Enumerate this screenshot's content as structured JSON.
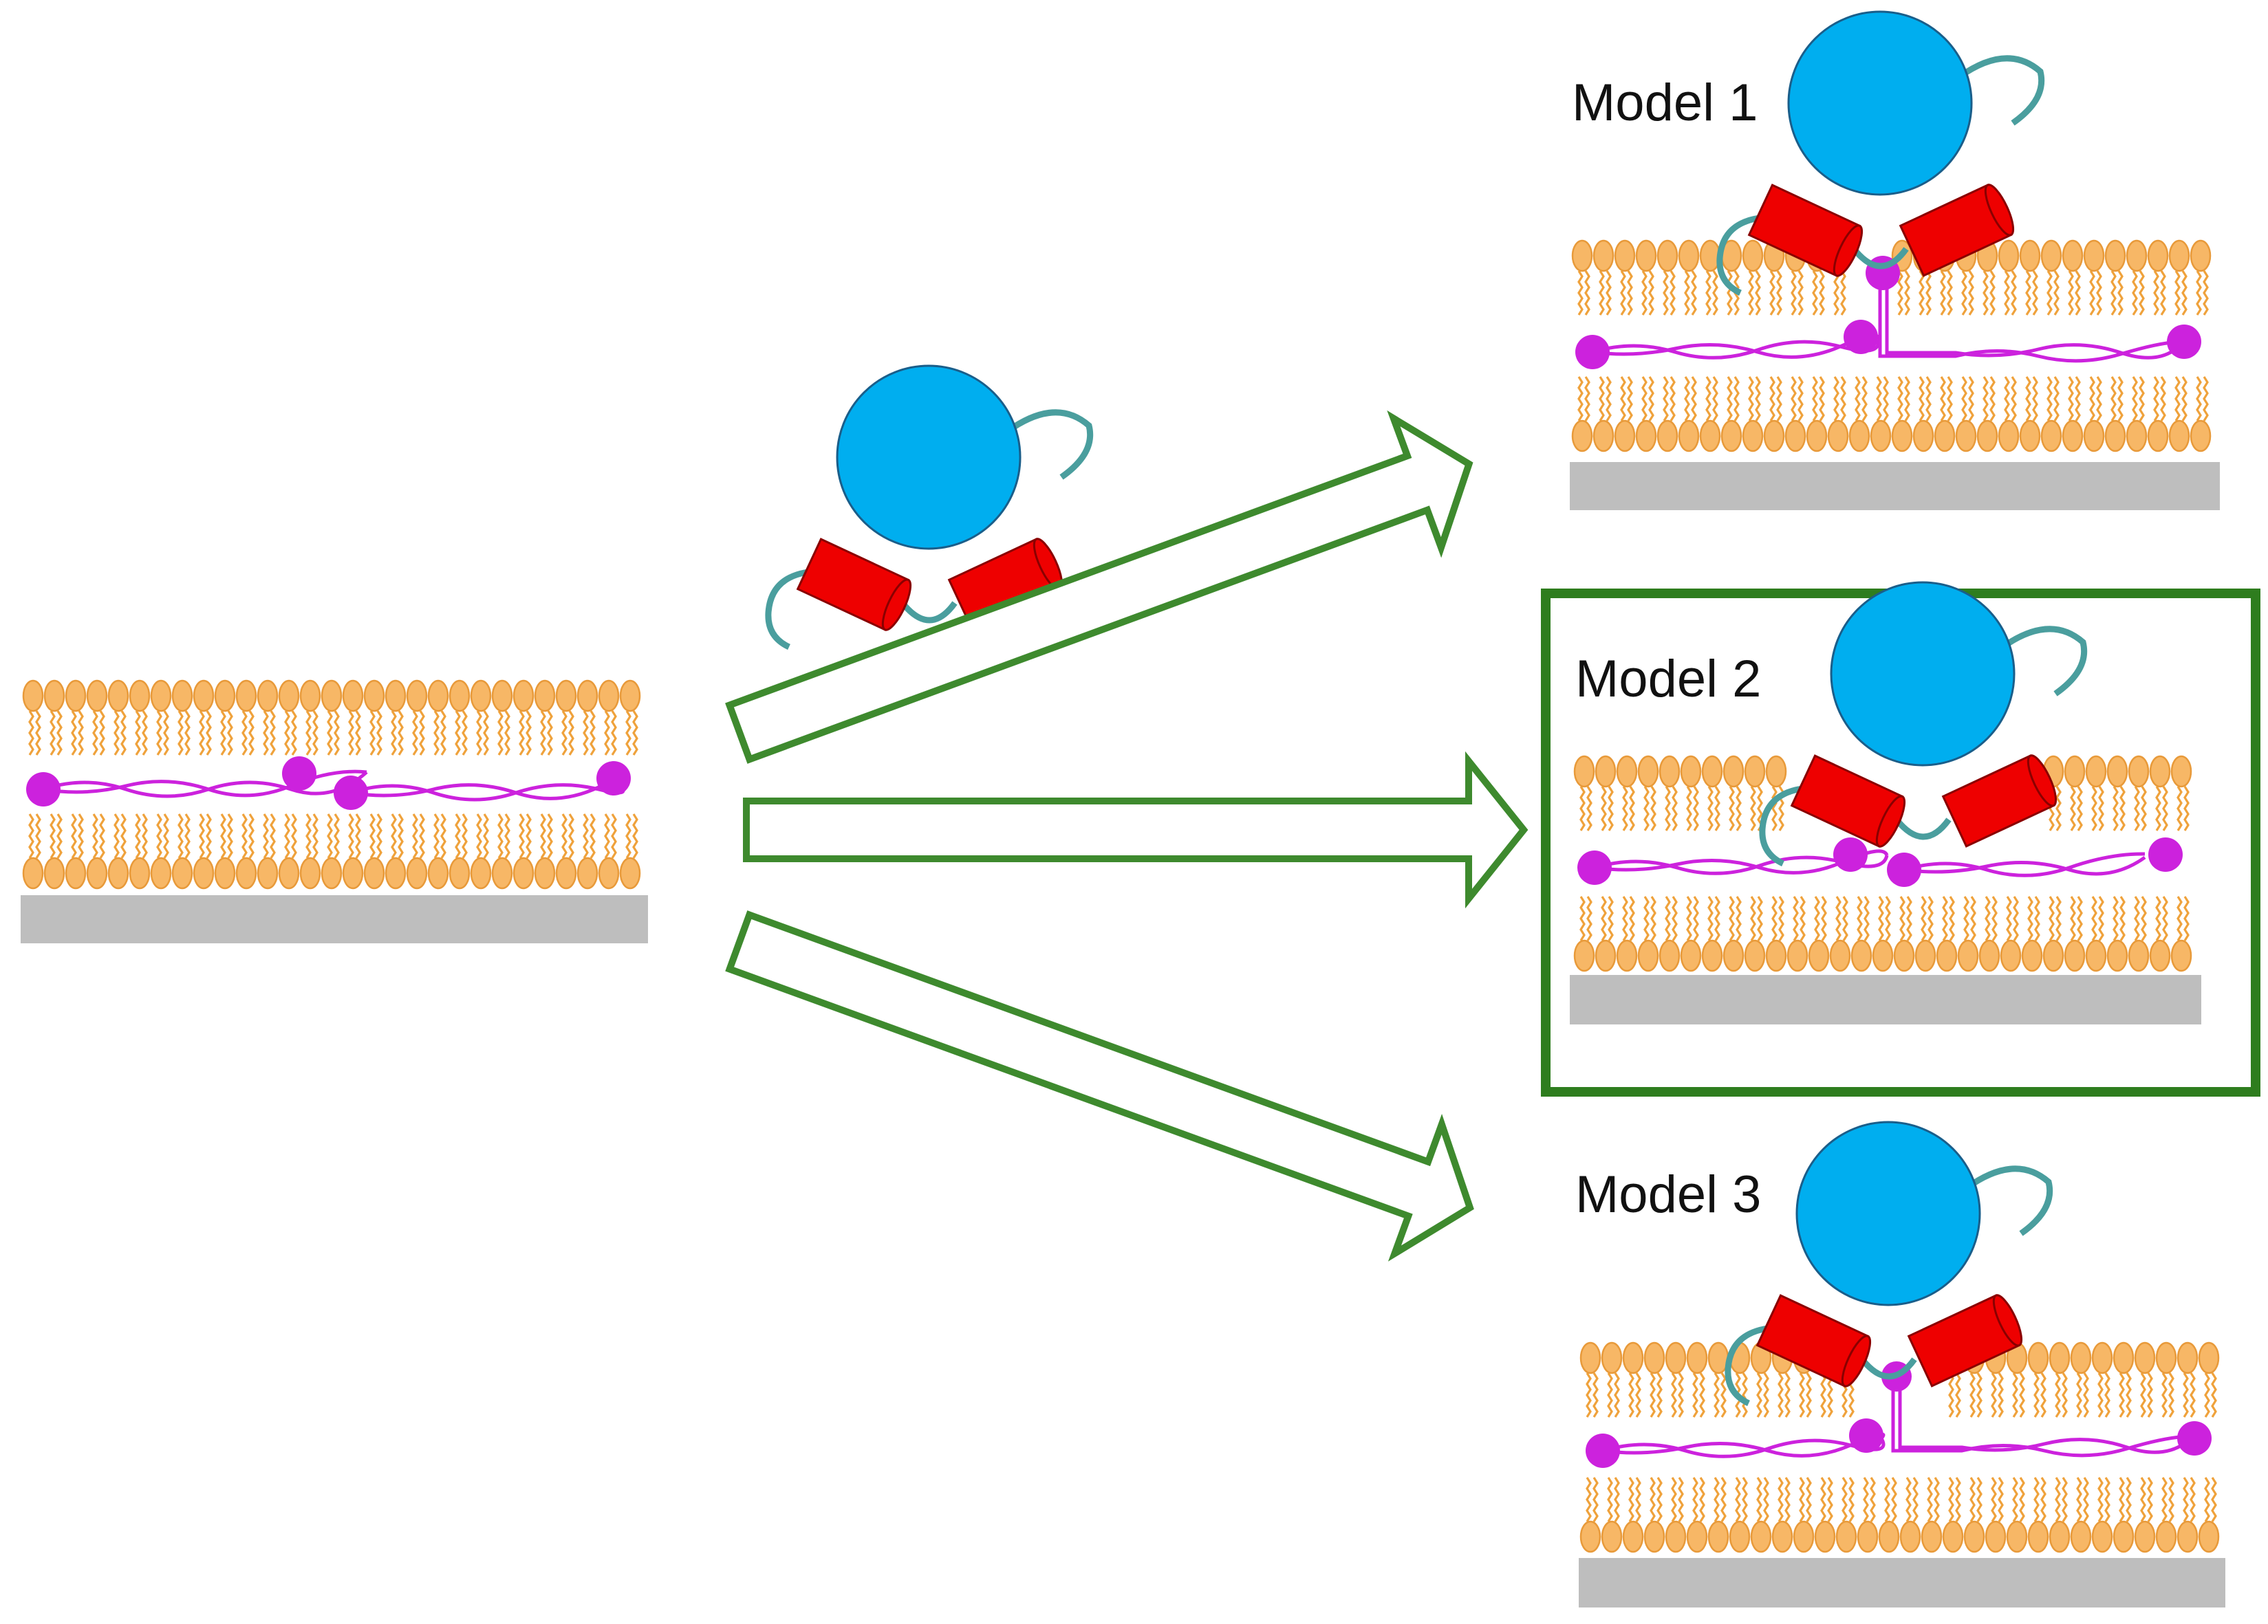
{
  "models": [
    {
      "label": "Model 1",
      "variant": "inserted-anchor",
      "highlighted": false
    },
    {
      "label": "Model 2",
      "variant": "surface-bound",
      "highlighted": true
    },
    {
      "label": "Model 3",
      "variant": "deformed-membrane",
      "highlighted": false
    }
  ],
  "colors": {
    "lipid_head": "#F7B766",
    "lipid_head_stroke": "#E89A3A",
    "lipid_tail": "#EFA23C",
    "anchor_lipid": "#CC22DD",
    "protein_globule": "#00AEEF",
    "protein_globule_stroke": "#1A5E8A",
    "helix": "#EE0000",
    "helix_stroke": "#8A0000",
    "linker": "#4A9E9E",
    "substrate": "#BEBEBE",
    "arrow": "#3E8A2E",
    "highlight_box": "#2E7D1E"
  },
  "icons": {
    "protein": "protein-icon",
    "membrane": "lipid-bilayer",
    "anchor": "lipid-anchor",
    "arrow": "outline-arrow"
  }
}
